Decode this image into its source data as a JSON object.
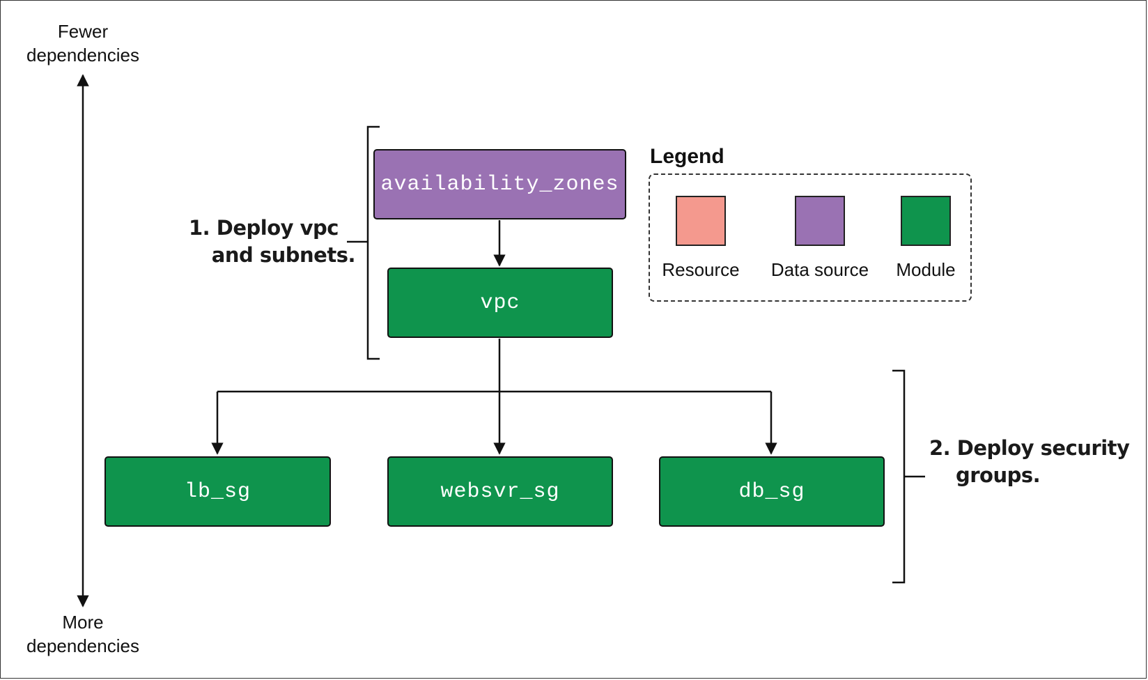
{
  "axis": {
    "top_label": [
      "Fewer",
      "dependencies"
    ],
    "bottom_label": [
      "More",
      "dependencies"
    ]
  },
  "nodes": {
    "availability_zones": {
      "label": "availability_zones",
      "kind": "Data source"
    },
    "vpc": {
      "label": "vpc",
      "kind": "Module"
    },
    "lb_sg": {
      "label": "lb_sg",
      "kind": "Module"
    },
    "websvr_sg": {
      "label": "websvr_sg",
      "kind": "Module"
    },
    "db_sg": {
      "label": "db_sg",
      "kind": "Module"
    }
  },
  "steps": {
    "step1": [
      "1. Deploy vpc",
      "and subnets."
    ],
    "step2": [
      "2. Deploy security",
      "groups."
    ]
  },
  "legend": {
    "title": "Legend",
    "items": [
      {
        "label": "Resource",
        "color": "#f4998e"
      },
      {
        "label": "Data source",
        "color": "#9a72b3"
      },
      {
        "label": "Module",
        "color": "#0f944d"
      }
    ]
  },
  "edges": [
    [
      "availability_zones",
      "vpc"
    ],
    [
      "vpc",
      "lb_sg"
    ],
    [
      "vpc",
      "websvr_sg"
    ],
    [
      "vpc",
      "db_sg"
    ]
  ]
}
